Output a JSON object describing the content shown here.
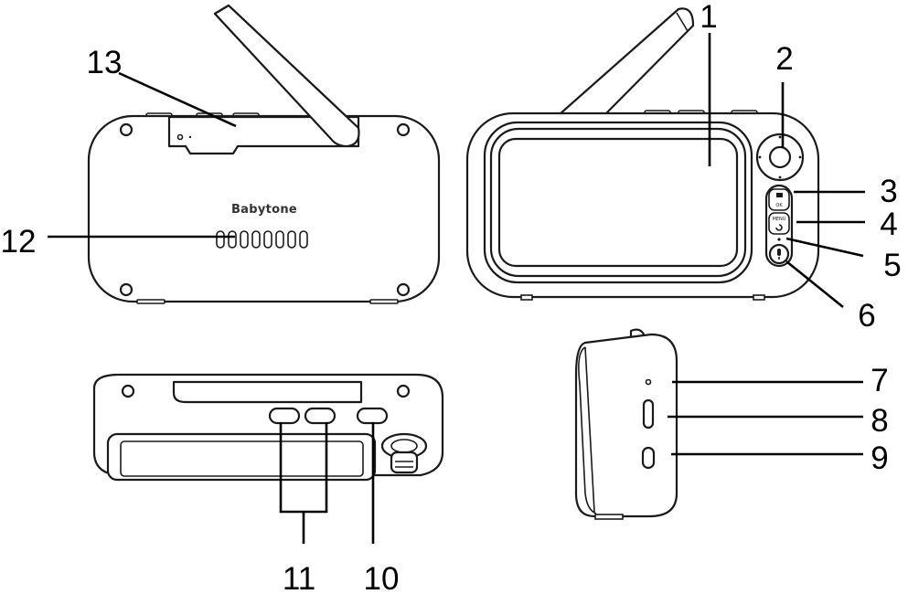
{
  "brand_label": "Babytone",
  "buttons": {
    "ok_label": "OK",
    "menu_label": "MENU"
  },
  "callouts": [
    {
      "id": "1",
      "label": "1"
    },
    {
      "id": "2",
      "label": "2"
    },
    {
      "id": "3",
      "label": "3"
    },
    {
      "id": "4",
      "label": "4"
    },
    {
      "id": "5",
      "label": "5"
    },
    {
      "id": "6",
      "label": "6"
    },
    {
      "id": "7",
      "label": "7"
    },
    {
      "id": "8",
      "label": "8"
    },
    {
      "id": "9",
      "label": "9"
    },
    {
      "id": "10",
      "label": "10"
    },
    {
      "id": "11",
      "label": "11"
    },
    {
      "id": "12",
      "label": "12"
    },
    {
      "id": "13",
      "label": "13"
    }
  ]
}
